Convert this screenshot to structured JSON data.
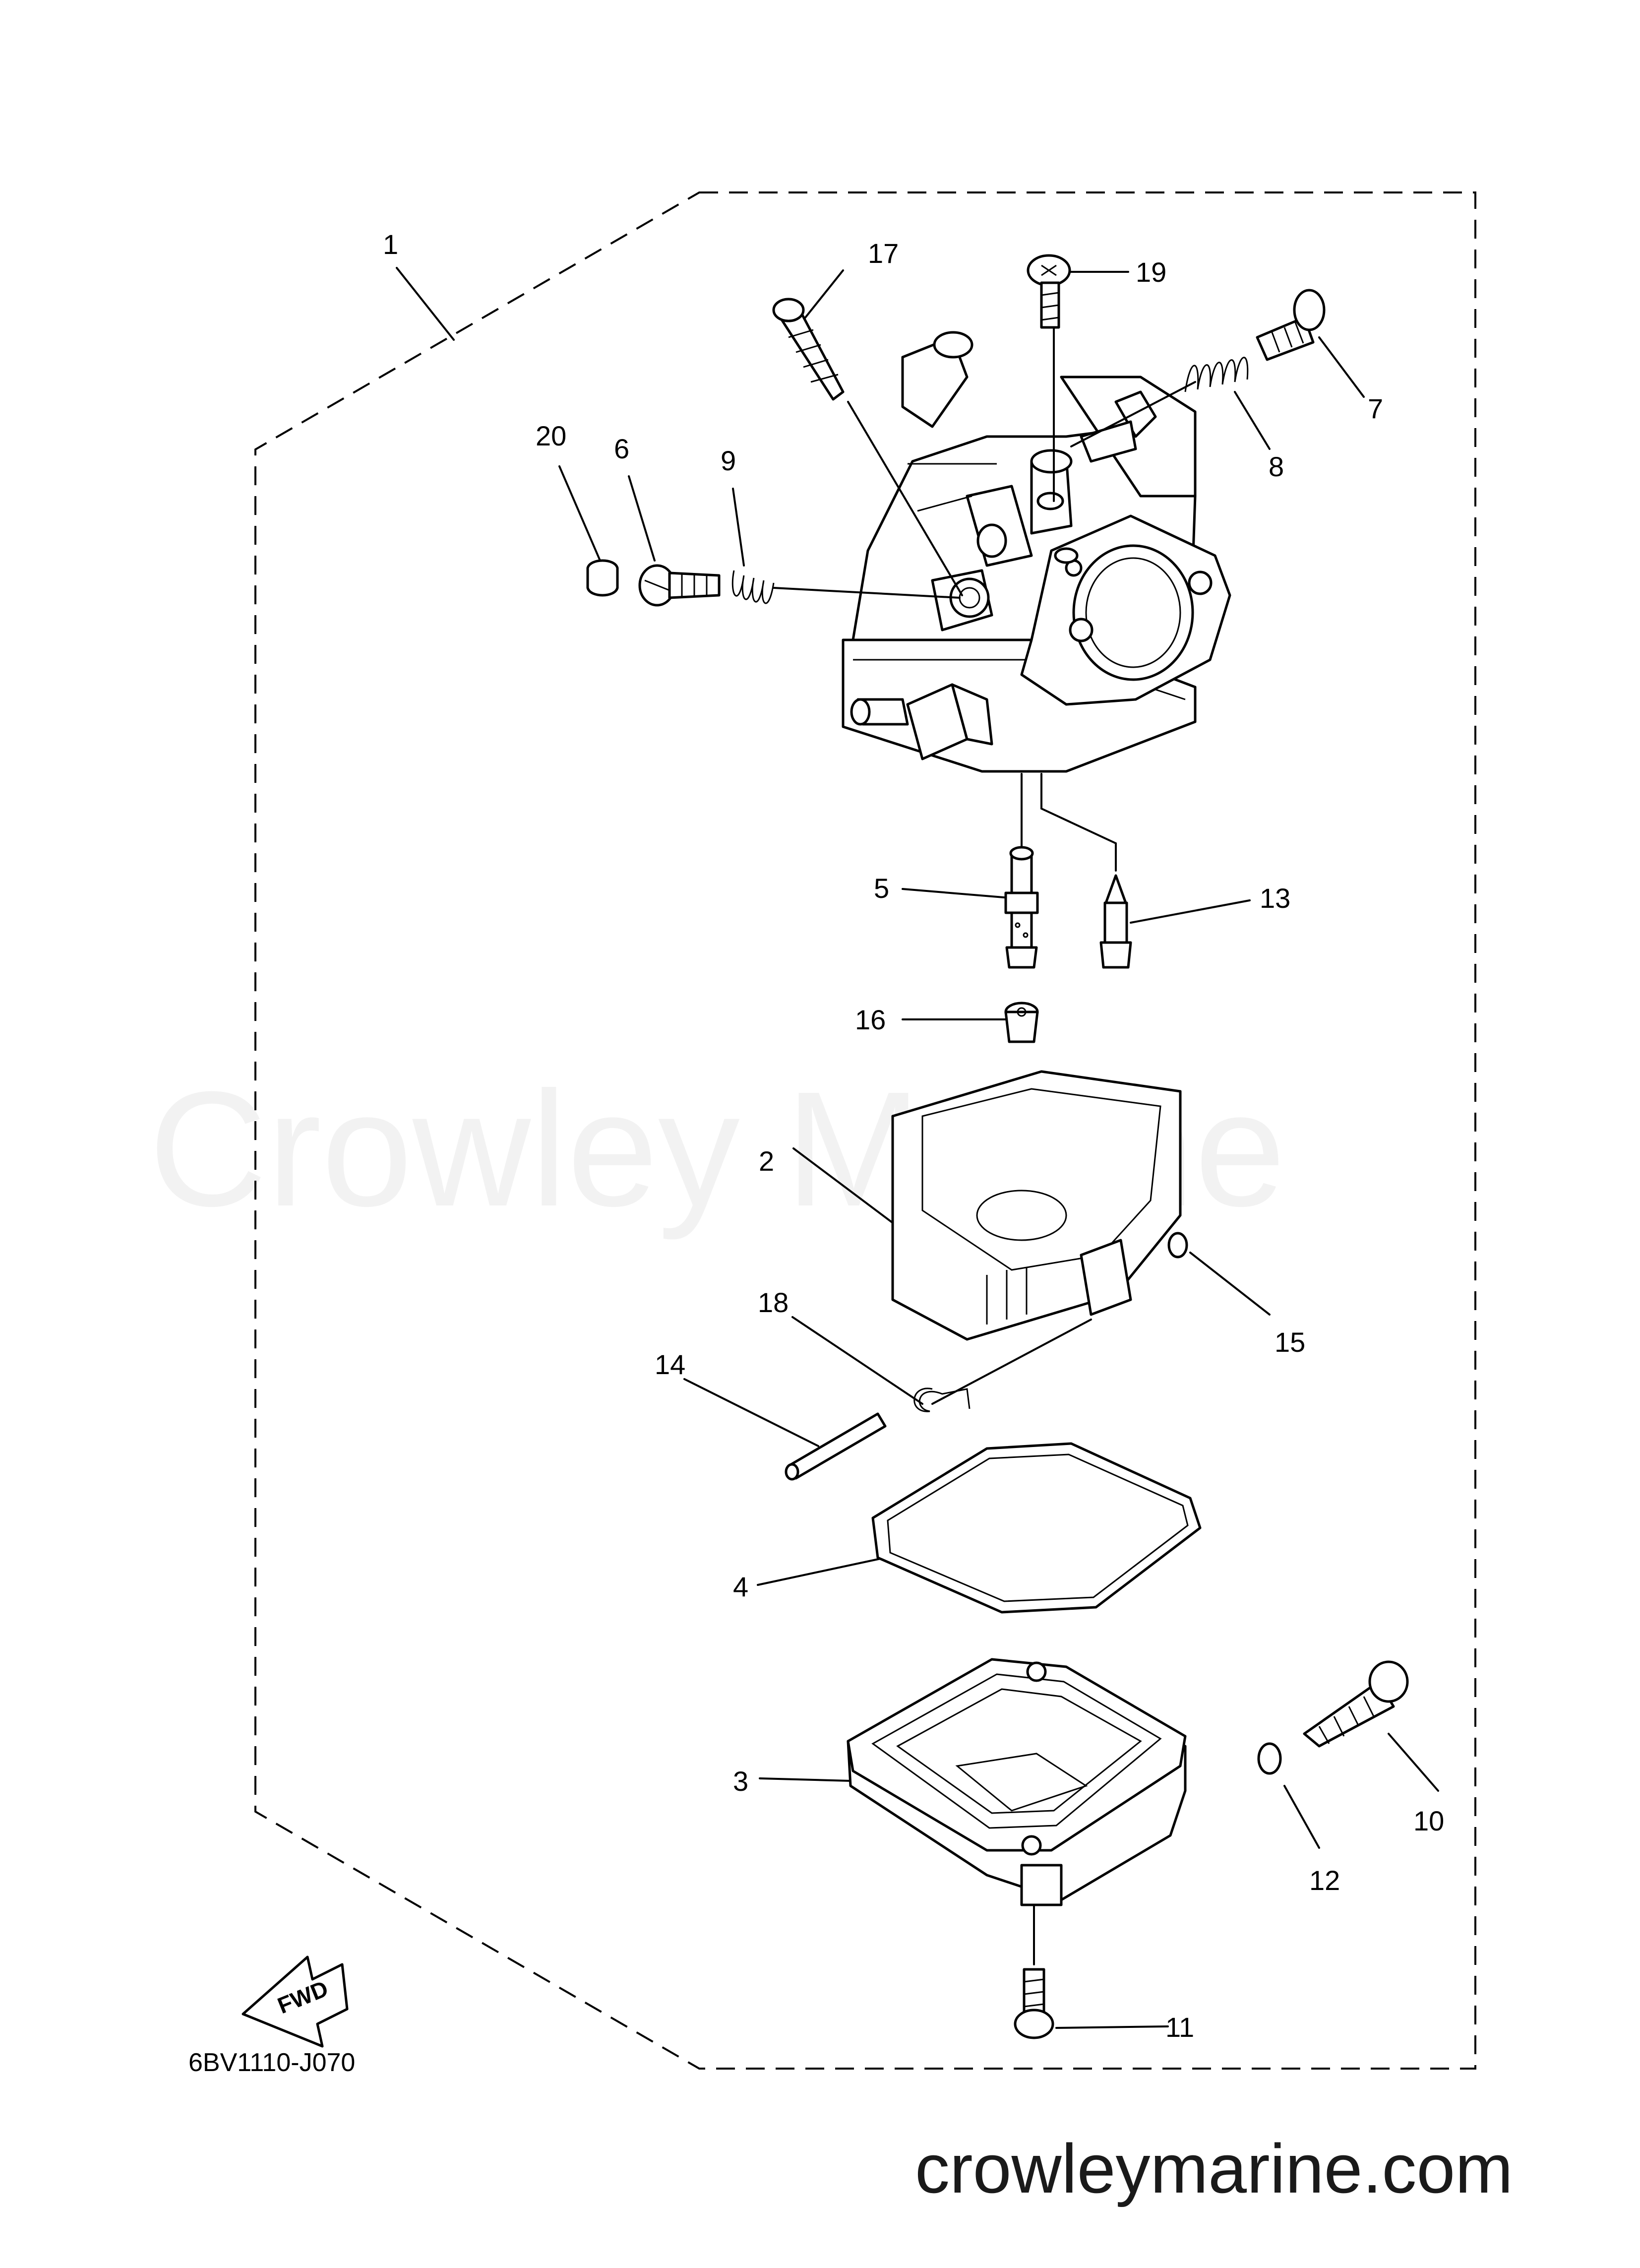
{
  "diagram": {
    "watermark": "Crowley Marine",
    "site_url": "crowleymarine.com",
    "diagram_code": "6BV1110-J070",
    "fwd_label": "FWD",
    "callouts": [
      "1",
      "2",
      "3",
      "4",
      "5",
      "6",
      "7",
      "8",
      "9",
      "10",
      "11",
      "12",
      "13",
      "14",
      "15",
      "16",
      "17",
      "18",
      "19",
      "20"
    ]
  }
}
